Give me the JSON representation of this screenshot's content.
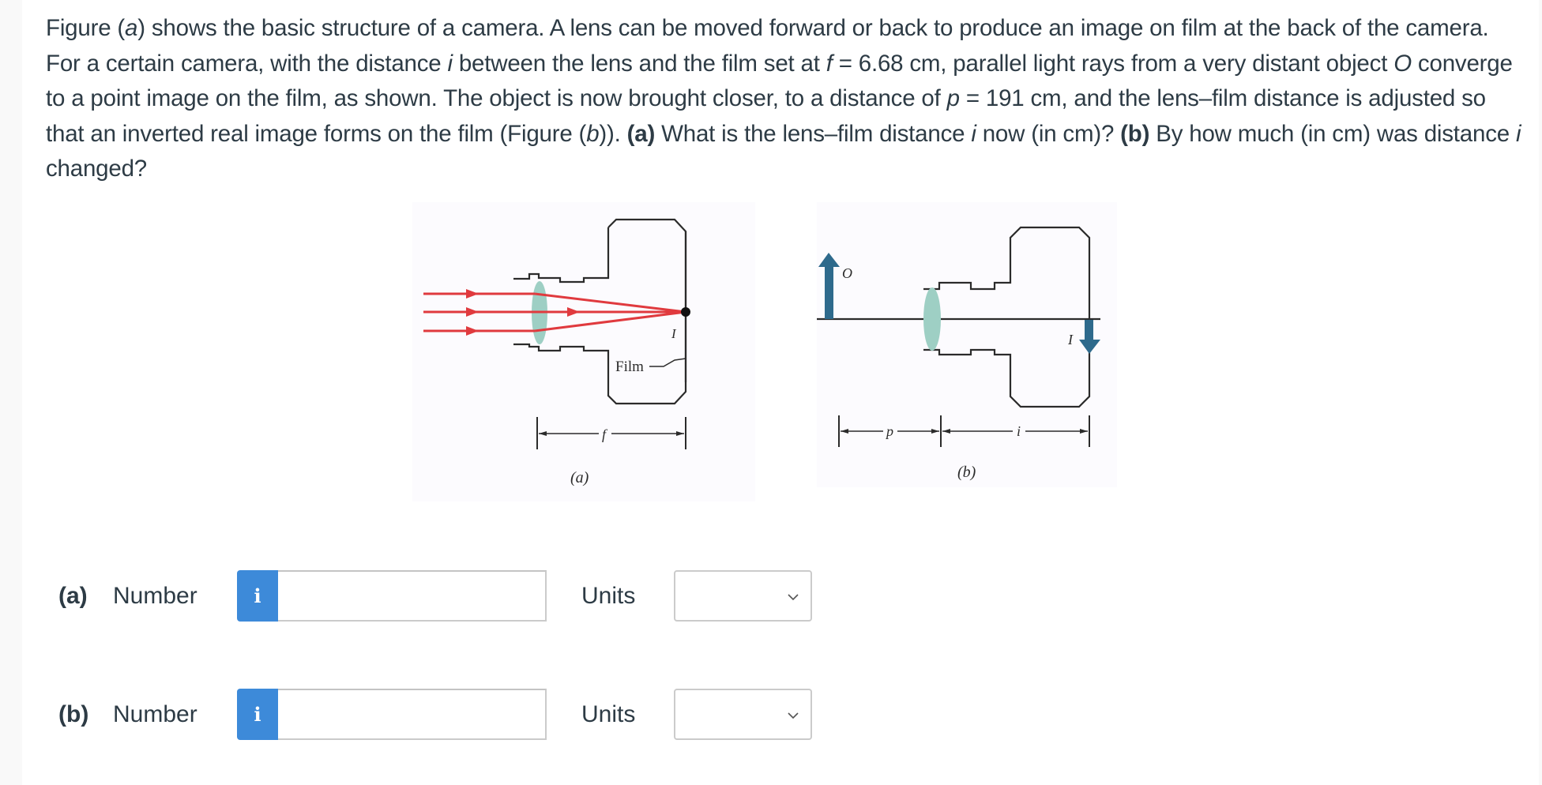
{
  "question": {
    "segments": [
      {
        "t": "Figure (",
        "s": "n"
      },
      {
        "t": "a",
        "s": "i"
      },
      {
        "t": ") shows the basic structure of a camera. A lens can be moved forward or back to produce an image on film at the back of the camera. For a certain camera, with the distance ",
        "s": "n"
      },
      {
        "t": "i",
        "s": "i"
      },
      {
        "t": " between the lens and the film set at ",
        "s": "n"
      },
      {
        "t": "f",
        "s": "i"
      },
      {
        "t": " = 6.68 cm, parallel light rays from a very distant object ",
        "s": "n"
      },
      {
        "t": "O",
        "s": "i"
      },
      {
        "t": " converge to a point image on the film, as shown. The object is now brought closer, to a distance of ",
        "s": "n"
      },
      {
        "t": "p",
        "s": "i"
      },
      {
        "t": " = 191 cm, and the lens–film distance is adjusted so that an inverted real image forms on the film (Figure (",
        "s": "n"
      },
      {
        "t": "b",
        "s": "i"
      },
      {
        "t": ")). ",
        "s": "n"
      },
      {
        "t": "(a)",
        "s": "b"
      },
      {
        "t": " What is the lens–film distance ",
        "s": "n"
      },
      {
        "t": "i",
        "s": "i"
      },
      {
        "t": " now (in cm)? ",
        "s": "n"
      },
      {
        "t": "(b)",
        "s": "b"
      },
      {
        "t": " By how much (in cm) was distance ",
        "s": "n"
      },
      {
        "t": "i",
        "s": "i"
      },
      {
        "t": " changed?",
        "s": "n"
      }
    ],
    "given": {
      "f_cm": 6.68,
      "p_cm": 191
    }
  },
  "figure_a": {
    "caption": "(a)",
    "labels": {
      "image": "I",
      "film": "Film",
      "focal": "f"
    },
    "ray_color": "#e03a3e",
    "lens_color": "#9ecfc4",
    "outline_color": "#2b2b2b"
  },
  "figure_b": {
    "caption": "(b)",
    "labels": {
      "object": "O",
      "image": "I",
      "object_distance": "p",
      "image_distance": "i"
    },
    "arrow_color": "#2e6a8c",
    "lens_color": "#9ecfc4"
  },
  "answers": [
    {
      "part": "(a)",
      "number_label": "Number",
      "info_icon": "i",
      "value": "",
      "units_label": "Units",
      "units_value": ""
    },
    {
      "part": "(b)",
      "number_label": "Number",
      "info_icon": "i",
      "value": "",
      "units_label": "Units",
      "units_value": ""
    }
  ],
  "colors": {
    "text": "#2d3b45",
    "info_button": "#3d8ad9",
    "input_border": "#cbcbcb"
  }
}
